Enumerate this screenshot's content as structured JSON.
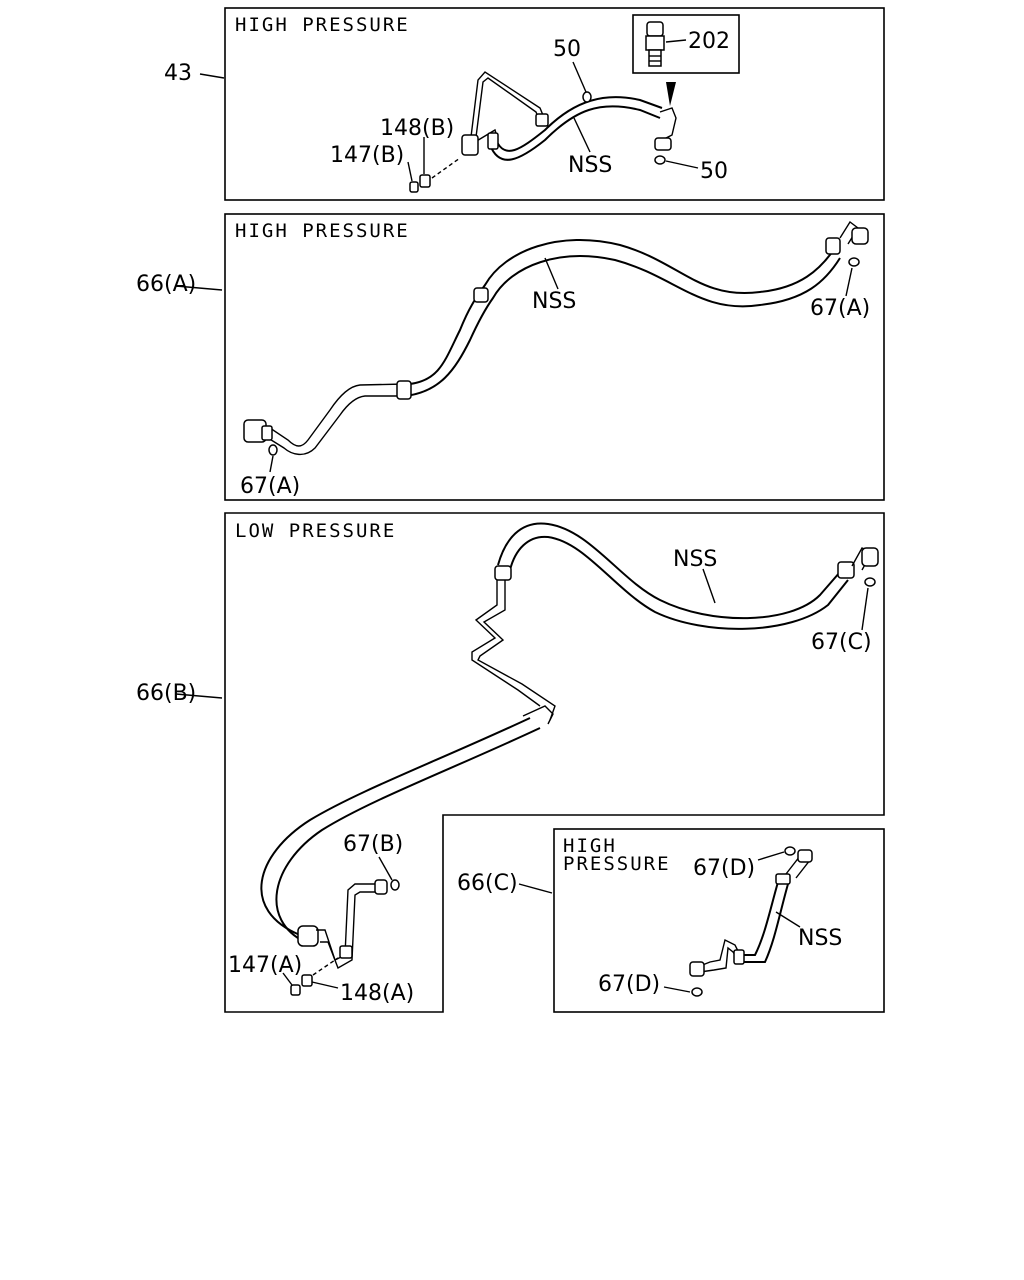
{
  "panels": {
    "panel1": {
      "title": "HIGH PRESSURE"
    },
    "panel2": {
      "title": "HIGH PRESSURE"
    },
    "panel3": {
      "title": "LOW PRESSURE"
    },
    "panel4": {
      "title_line1": "HIGH",
      "title_line2": "PRESSURE"
    }
  },
  "callouts": {
    "p43": "43",
    "p202": "202",
    "p50_top": "50",
    "p50_bottom": "50",
    "p148b": "148(B)",
    "p147b": "147(B)",
    "nss_1": "NSS",
    "p66a": "66(A)",
    "nss_2": "NSS",
    "p67a_right": "67(A)",
    "p67a_left": "67(A)",
    "p66b": "66(B)",
    "nss_3": "NSS",
    "p67c": "67(C)",
    "p67b": "67(B)",
    "p147a": "147(A)",
    "p148a": "148(A)",
    "p66c": "66(C)",
    "p67d_top": "67(D)",
    "nss_4": "NSS",
    "p67d_bottom": "67(D)"
  }
}
